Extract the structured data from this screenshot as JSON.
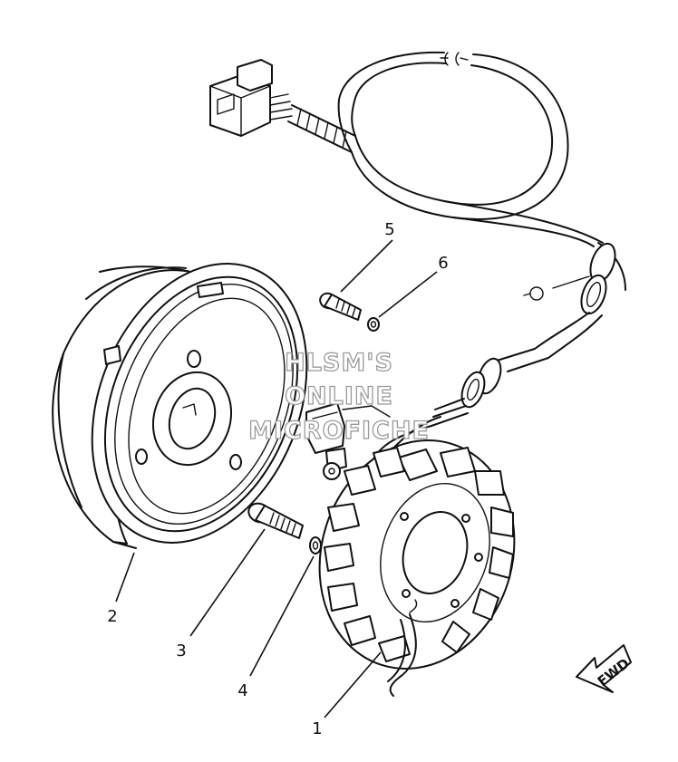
{
  "callouts": {
    "p1": "1",
    "p2": "2",
    "p3": "3",
    "p4": "4",
    "p5": "5",
    "p6": "6"
  },
  "watermark": {
    "line1": "HLSM'S",
    "line2": "ONLINE",
    "line3": "MICROFICHE"
  },
  "direction_marker": {
    "label": "FWD",
    "icon": "forward-arrow-icon"
  }
}
